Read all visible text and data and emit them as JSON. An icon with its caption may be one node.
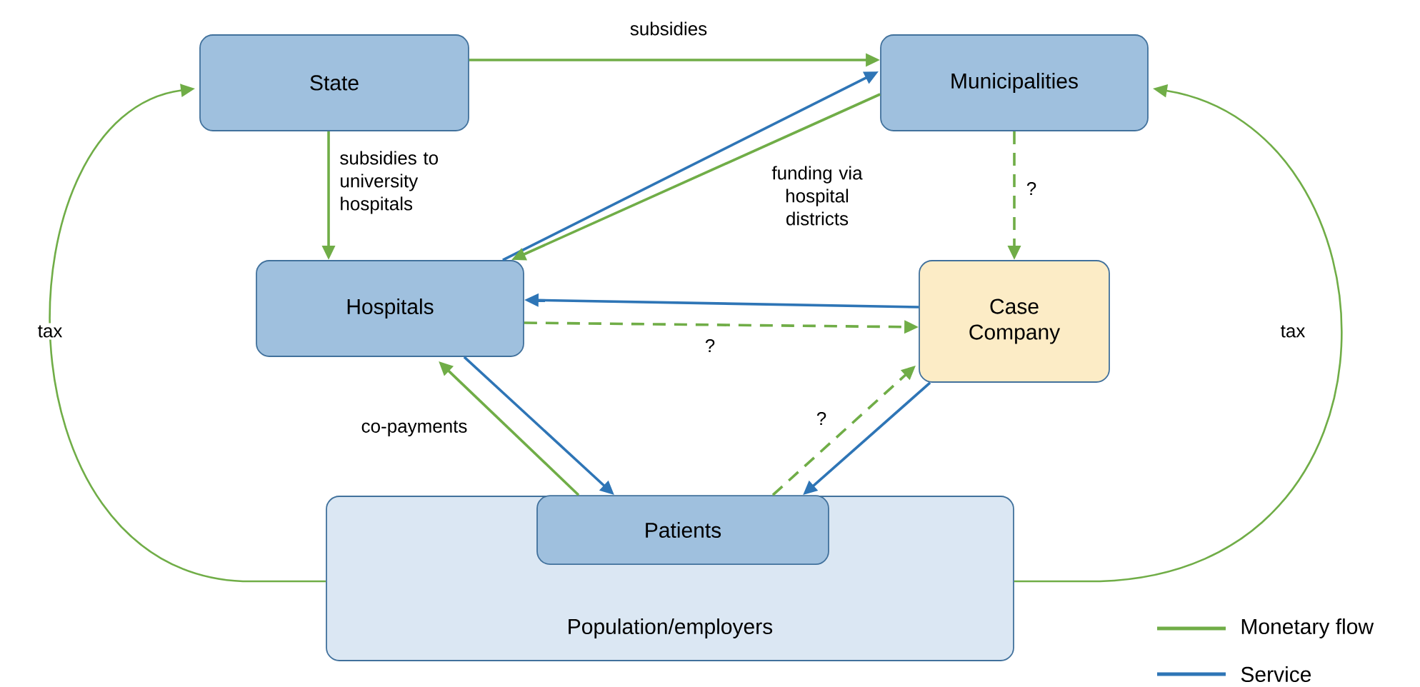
{
  "diagram": {
    "nodes": [
      {
        "text": [
          "State"
        ]
      },
      {
        "text": [
          "Municipalities"
        ]
      },
      {
        "text": [
          "Hospitals"
        ]
      },
      {
        "text": [
          "Case Company"
        ]
      },
      {
        "text": [
          "Population/employers"
        ]
      },
      {
        "text": [
          "Patients"
        ],
        "in": 4
      }
    ],
    "edges": [
      {
        "from": 0,
        "to": 1,
        "arrow": "to",
        "label": "subsidies"
      },
      {
        "from": 0,
        "to": 2,
        "arrow": "to",
        "label": "subsidies to university hospitals"
      },
      {
        "from": 2,
        "to": 1,
        "arrow": "to",
        "color": "#2e75b6"
      },
      {
        "from": 1,
        "to": 2,
        "arrow": "to",
        "label": "funding via hospital districts"
      },
      {
        "from": 1,
        "to": 3,
        "arrow": "to",
        "style": "dashed",
        "label": "?"
      },
      {
        "from": 3,
        "to": 2,
        "arrow": "to",
        "color": "#2e75b6"
      },
      {
        "from": 2,
        "to": 3,
        "arrow": "to",
        "style": "dashed",
        "label": "?"
      },
      {
        "from": 2,
        "to": 5,
        "arrow": "to",
        "color": "#2e75b6"
      },
      {
        "from": 5,
        "to": 2,
        "arrow": "to",
        "label": "co-payments"
      },
      {
        "from": 5,
        "to": 3,
        "arrow": "to",
        "style": "dashed",
        "label": "?"
      },
      {
        "from": 3,
        "to": 5,
        "arrow": "to",
        "color": "#2e75b6"
      },
      {
        "from": 4,
        "to": 0,
        "arrow": "to",
        "label": "tax"
      },
      {
        "from": 4,
        "to": 1,
        "arrow": "to",
        "label": "tax"
      }
    ],
    "legend": [
      {
        "text": "Monetary flow",
        "color": "#70ad47"
      },
      {
        "text": "Service",
        "color": "#2e75b6"
      }
    ]
  }
}
